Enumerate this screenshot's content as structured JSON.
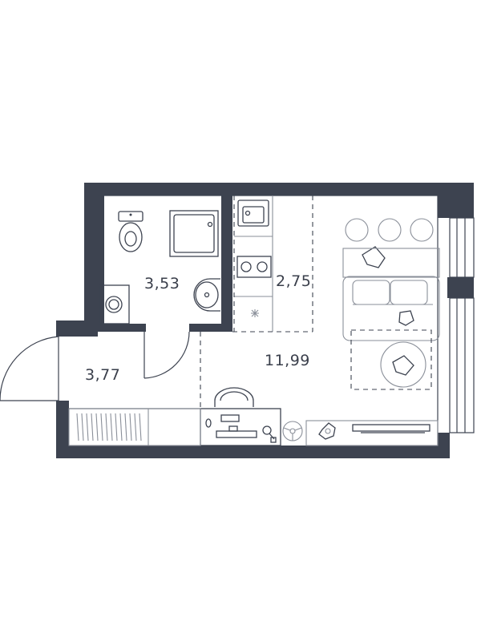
{
  "rooms": {
    "bathroom": {
      "area": "3,53"
    },
    "kitchen": {
      "area": "2,75"
    },
    "living": {
      "area": "11,99"
    },
    "hall": {
      "area": "3,77"
    }
  },
  "colors": {
    "wall": "#3d4350",
    "furniture": "#8a8f99",
    "background": "#ffffff"
  },
  "icons": [
    "toilet-icon",
    "shower-icon",
    "sink-icon",
    "washing-machine-icon",
    "kitchen-sink-icon",
    "cooktop-icon",
    "sofa-icon",
    "coffee-table-icon",
    "desk-icon",
    "chair-icon",
    "plant-icon",
    "tv-unit-icon",
    "wardrobe-icon",
    "pendant-lamp-icon"
  ]
}
